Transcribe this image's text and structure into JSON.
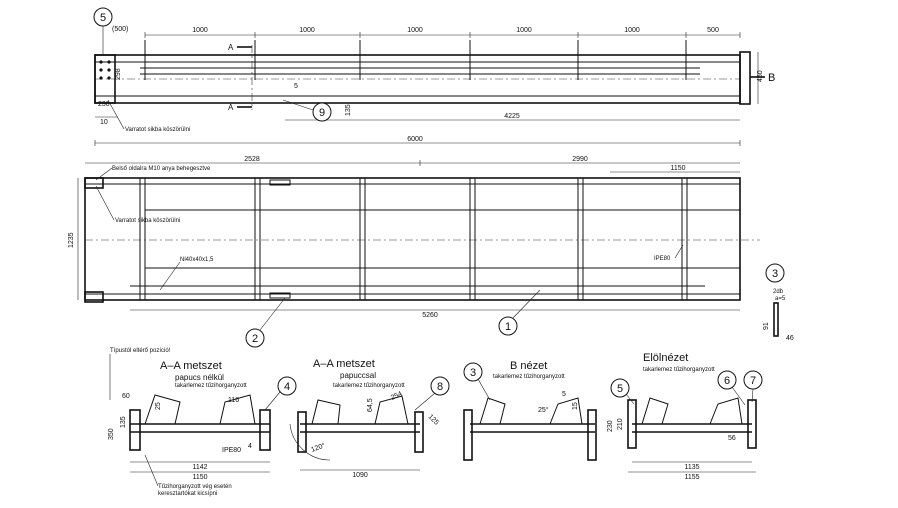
{
  "top_view": {
    "dims_top": [
      "1000",
      "1000",
      "1000",
      "1000",
      "1000",
      "500"
    ],
    "dim_500_left": "(500)",
    "dim_right_450": "450",
    "label_B": "B",
    "label_A_top": "A",
    "label_A_bottom": "A",
    "dim_298": "298",
    "dim_230": "230",
    "dim_10": "10",
    "dim_5": "5",
    "dim_135": "135",
    "dim_4225": "4225",
    "dim_6000": "6000",
    "note_weld": "Varratot sikba köszörülni"
  },
  "plan_view": {
    "dim_2528": "2528",
    "dim_2990": "2990",
    "dim_1150": "1150",
    "dim_1235": "1235",
    "dim_5260": "5260",
    "note_inner": "Belső oldalra M10 anya behegesztve",
    "note_weld": "Varratot sikba köszörülni",
    "note_profile": "Nl40x40x1,5",
    "note_ipe": "IPE80"
  },
  "detail_3": {
    "note_top": "2db",
    "note_sub": "a=5",
    "dim_91": "91",
    "dim_46": "46"
  },
  "sections": {
    "s1_title": "A–A metszet",
    "s1_sub": "papucs nélkül",
    "s1_note": "takarlemez tűzihorganyzott",
    "s1_note_left": "Típustól eltérő pozíció!",
    "s1_dim_60": "60",
    "s1_dim_25": "25",
    "s1_dim_116": "116",
    "s1_dim_350": "350",
    "s1_dim_135": "135",
    "s1_dim_ipe": "IPE80",
    "s1_dim_4": "4",
    "s1_dim_1142": "1142",
    "s1_dim_1150": "1150",
    "s1_note_bottom1": "Tűzihorganyzott vég esetén",
    "s1_note_bottom2": "keresztartókat kicsípni",
    "s2_title": "A–A metszet",
    "s2_sub": "papuccsal",
    "s2_note": "takarlemez tűzihorganyzott",
    "s2_dim_645": "64,5",
    "s2_dim_254": "254",
    "s2_dim_125": "125",
    "s2_dim_120": "120°",
    "s2_dim_1090": "1090",
    "s3_title": "B nézet",
    "s3_note": "takarlemez tűzihorganyzott",
    "s3_dim_5": "5",
    "s3_dim_15": "15",
    "s3_dim_25": "25°",
    "s4_title": "Elölnézet",
    "s4_note": "takarlemez tűzihorganyzott",
    "s4_dim_230": "230",
    "s4_dim_210": "210",
    "s4_dim_56": "56",
    "s4_dim_1135": "1135",
    "s4_dim_1155": "1155"
  },
  "bubbles": {
    "b1": "1",
    "b2": "2",
    "b3": "3",
    "b3b": "3",
    "b4": "4",
    "b5": "5",
    "b5b": "5",
    "b6": "6",
    "b7": "7",
    "b8": "8",
    "b9": "9"
  }
}
